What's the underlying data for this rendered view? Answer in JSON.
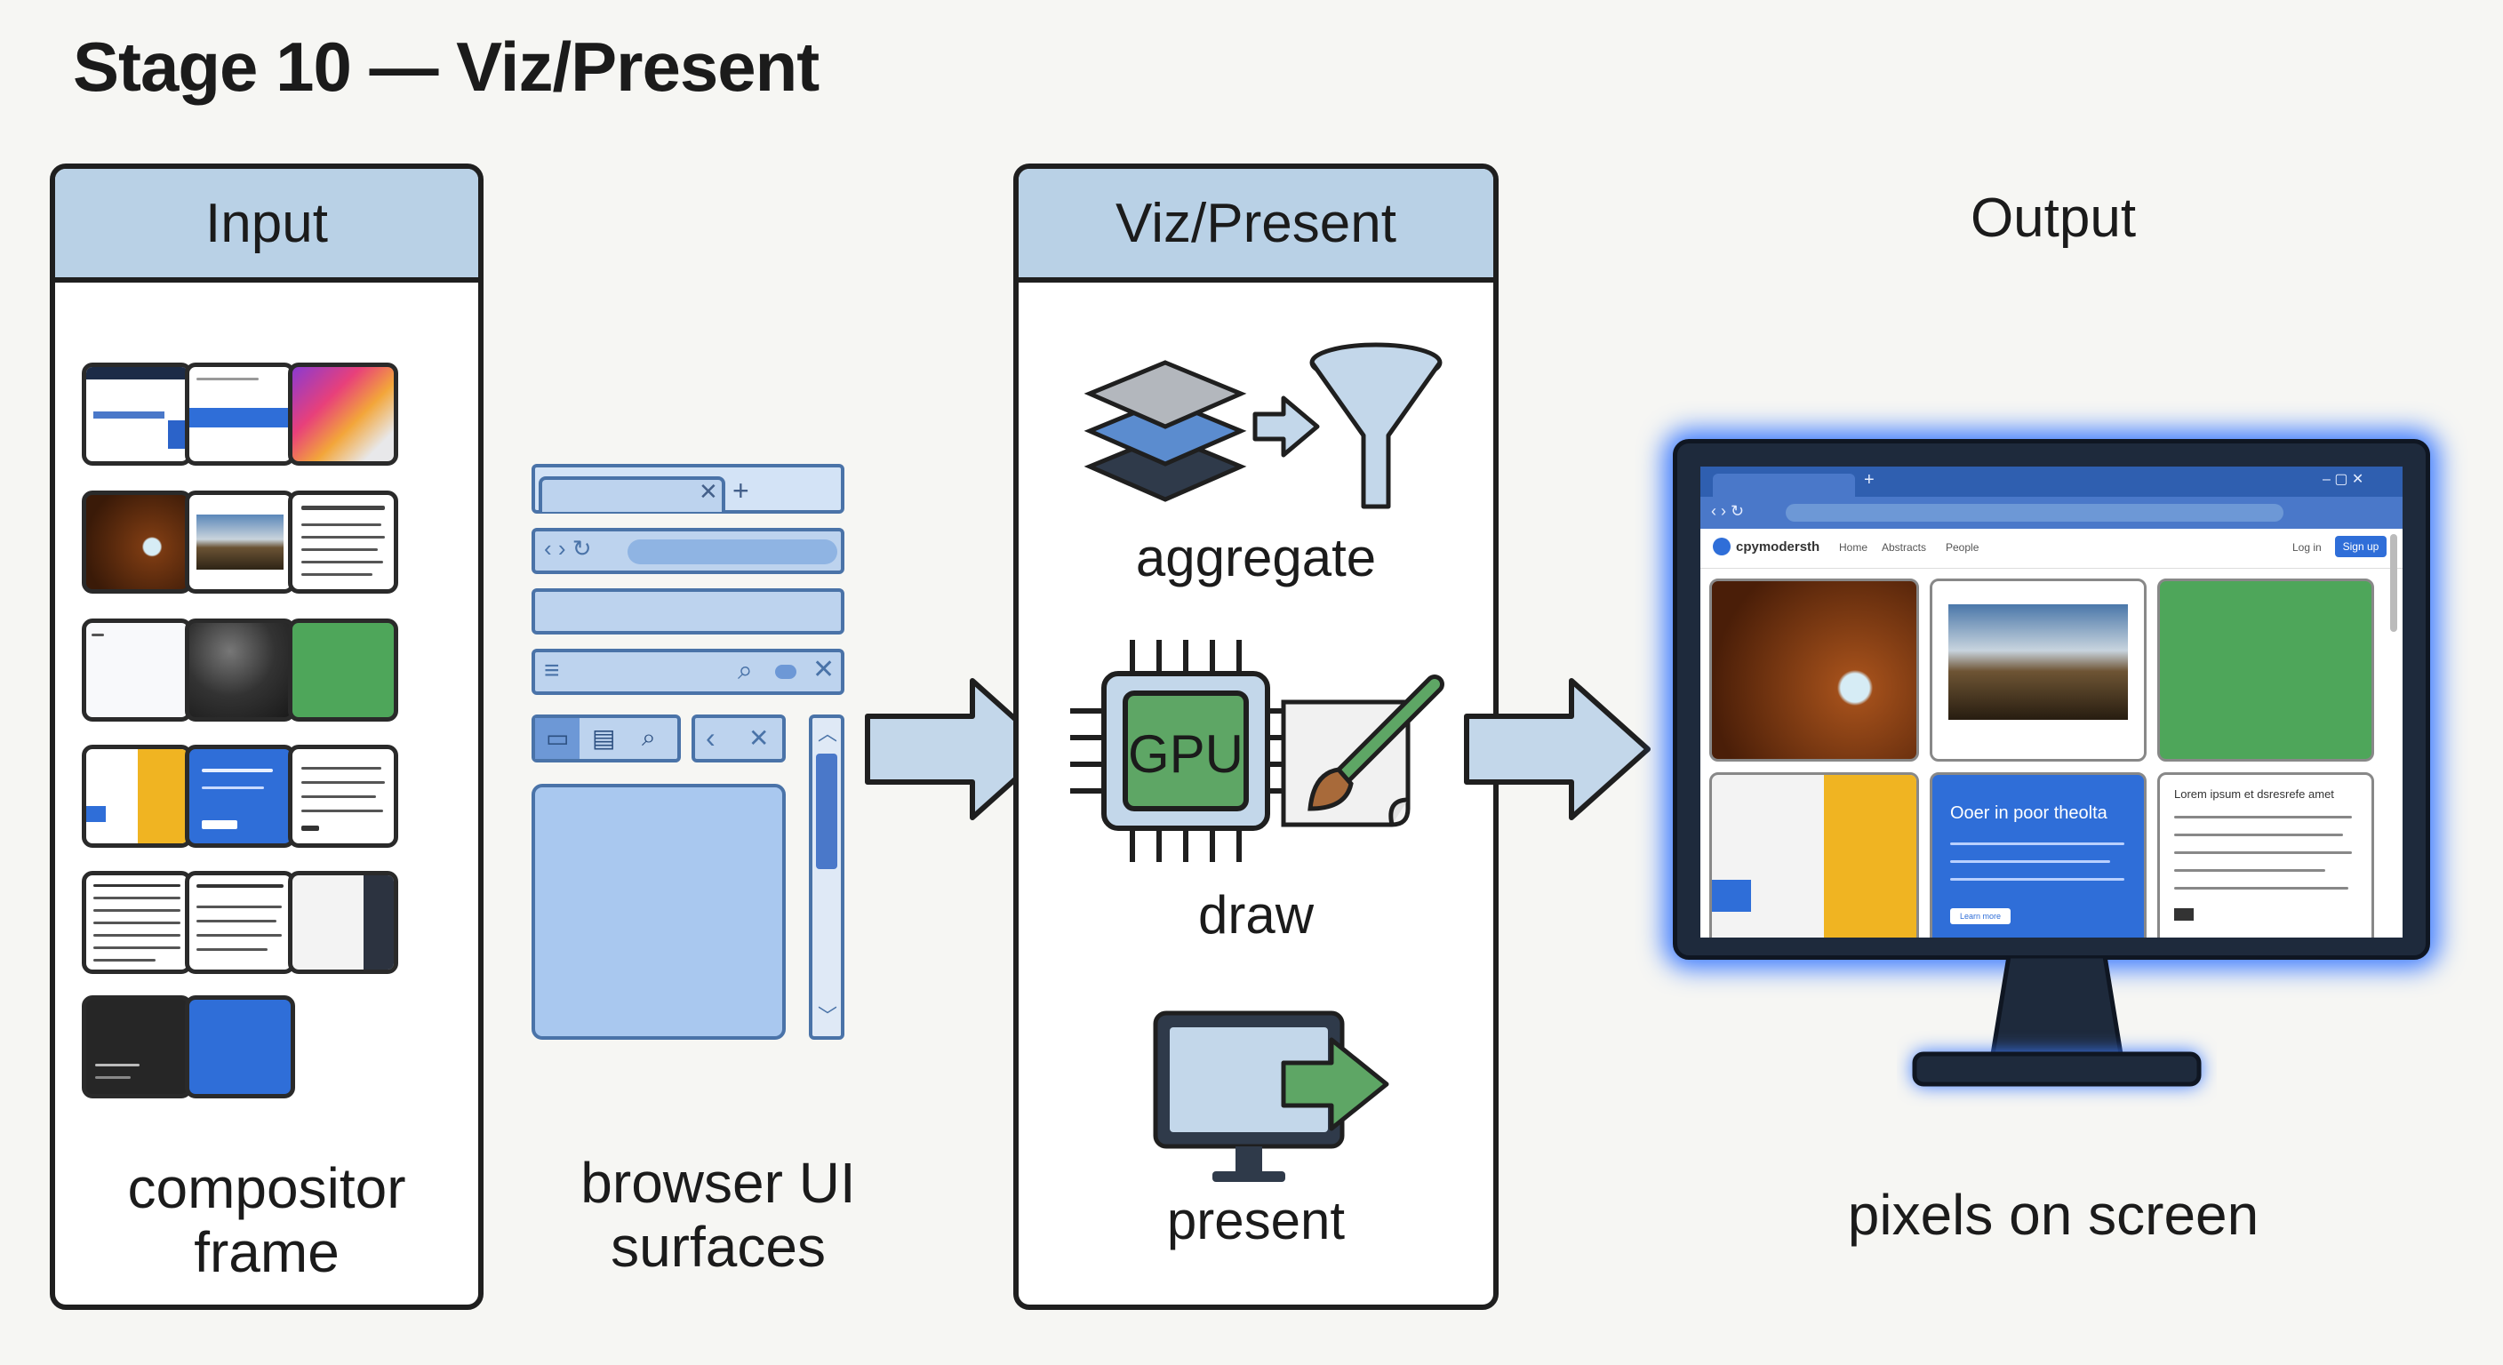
{
  "title": "Stage 10 — Viz/Present",
  "input": {
    "header": "Input",
    "caption_compositor": [
      "compositor",
      "frame"
    ],
    "caption_browser_ui": [
      "browser UI",
      "surfaces"
    ]
  },
  "viz": {
    "header": "Viz/Present",
    "aggregate_label": "aggregate",
    "gpu_label": "GPU",
    "draw_label": "draw",
    "present_label": "present"
  },
  "output": {
    "header": "Output",
    "caption": "pixels on screen",
    "site_name": "cpymodersth",
    "nav": [
      "Home",
      "Abstracts",
      "People"
    ],
    "login": "Log in",
    "signup": "Sign up",
    "card_title": "Ooer in poor theolta",
    "card_button": "Learn more",
    "text_title": "Lorem ipsum et dsresrefe amet"
  },
  "colors": {
    "panel_header": "#b9d1e6",
    "ui_blue": "#4a78c9",
    "accent_green": "#4ea65a",
    "accent_yellow": "#f0b422",
    "monitor_glow": "#3d7bff"
  },
  "icons": [
    "stack-layers-icon",
    "funnel-icon",
    "gpu-chip-icon",
    "paintbrush-icon",
    "monitor-arrow-icon",
    "arrow-right-icon",
    "search-icon",
    "close-icon",
    "plus-icon"
  ]
}
